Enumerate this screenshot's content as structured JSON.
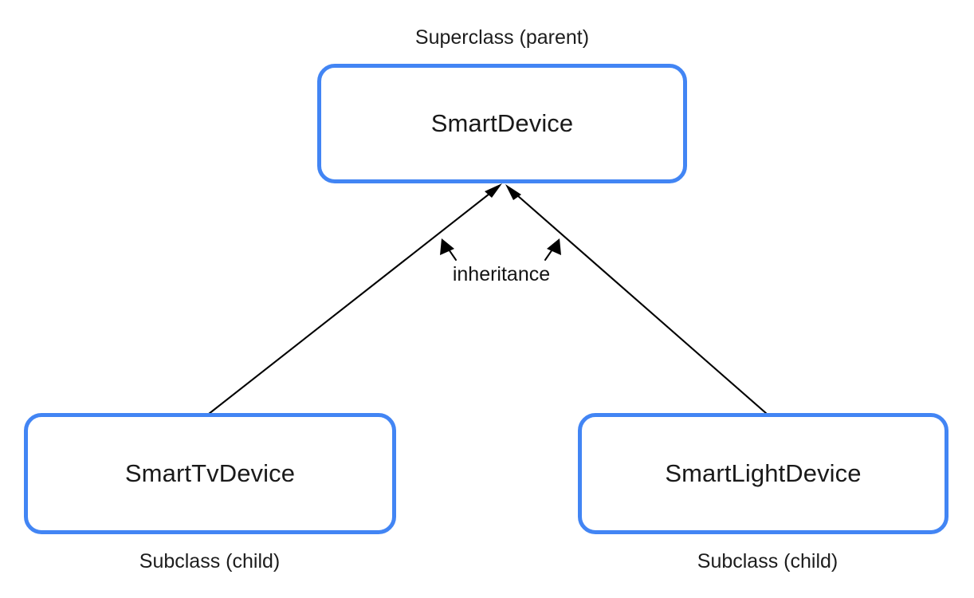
{
  "diagram": {
    "title_caption": "Superclass (parent)",
    "relationship_label": "inheritance",
    "colors": {
      "box_border": "#4285f4",
      "box_fill": "#ffffff",
      "edge": "#000000",
      "text": "#1a1a1a",
      "background": "#ffffff"
    },
    "nodes": [
      {
        "id": "superclass",
        "name": "SmartDevice",
        "caption": "Superclass (parent)",
        "role": "superclass"
      },
      {
        "id": "subclass-tv",
        "name": "SmartTvDevice",
        "caption": "Subclass (child)",
        "role": "subclass"
      },
      {
        "id": "subclass-light",
        "name": "SmartLightDevice",
        "caption": "Subclass (child)",
        "role": "subclass"
      }
    ],
    "edges": [
      {
        "from": "subclass-tv",
        "to": "superclass",
        "label": "inheritance",
        "arrow": "open-triangle"
      },
      {
        "from": "subclass-light",
        "to": "superclass",
        "label": "inheritance",
        "arrow": "open-triangle"
      }
    ],
    "icons": {
      "edge_arrowhead": "arrow-up-icon",
      "label_pointer_left": "arrow-up-left-icon",
      "label_pointer_right": "arrow-up-right-icon"
    }
  }
}
